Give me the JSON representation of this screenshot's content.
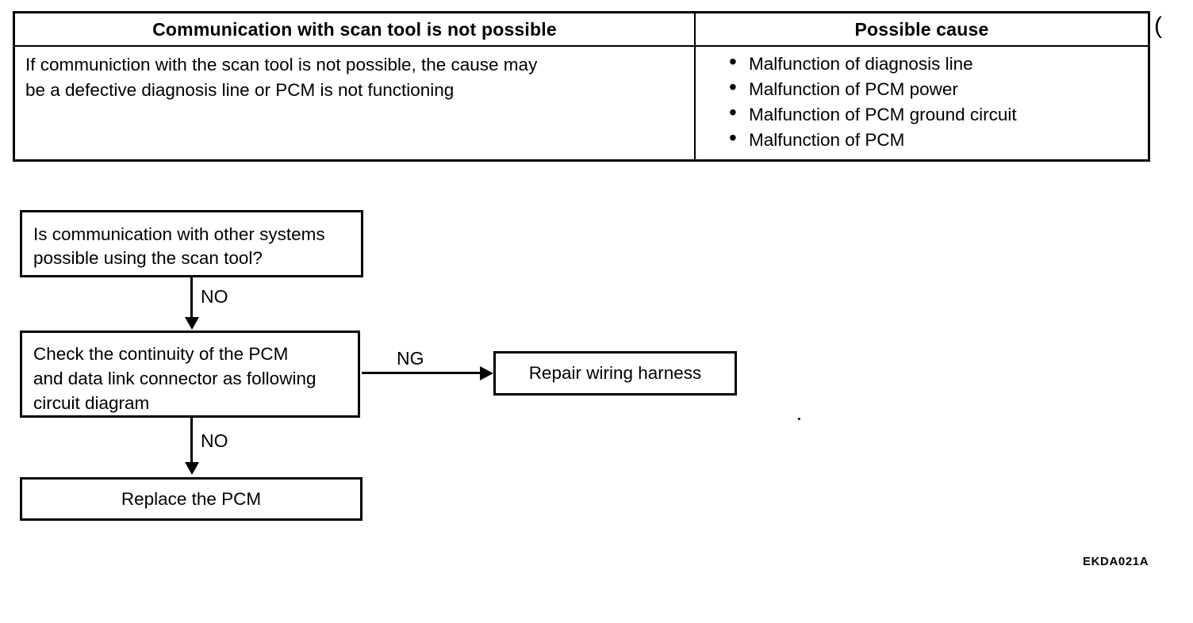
{
  "table": {
    "headers": {
      "left": "Communication with scan tool is not possible",
      "right": "Possible cause"
    },
    "description": "If communiction with the scan tool is not possible, the cause may\nbe a defective diagnosis line or PCM is not functioning",
    "possible_causes": [
      "Malfunction of diagnosis line",
      "Malfunction of PCM power",
      "Malfunction of PCM ground circuit",
      "Malfunction of PCM"
    ]
  },
  "flowchart": {
    "question_box": "Is communication with other systems\npossible using the scan tool?",
    "no_label_1": "NO",
    "check_box": "Check the continuity of the PCM\nand data link connector as following\ncircuit diagram",
    "ng_label": "NG",
    "repair_box": "Repair wiring harness",
    "no_label_2": "NO",
    "replace_box": "Replace the PCM"
  },
  "figure_code": "EKDA021A",
  "scan_artifact": "("
}
